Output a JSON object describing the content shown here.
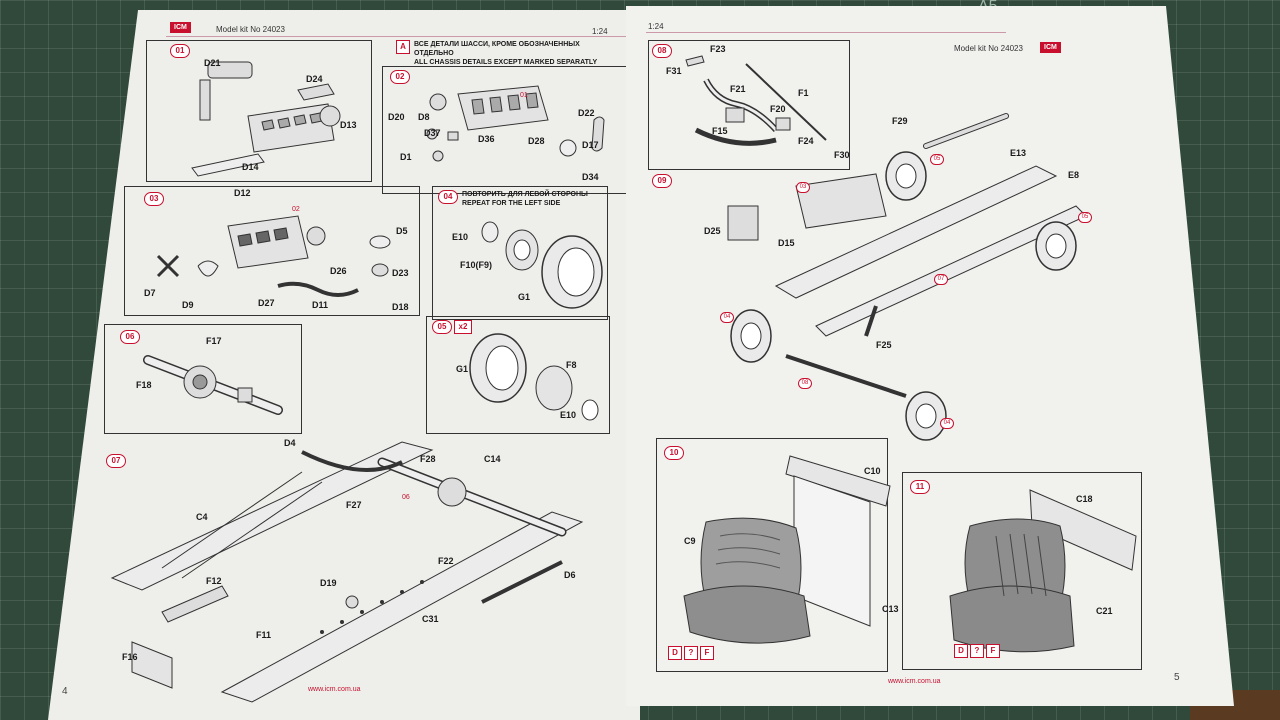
{
  "mat": {
    "corner_label": "A5"
  },
  "left_page": {
    "header_model": "Model kit No 24023",
    "scale": "1:24",
    "note_badge": "A",
    "note_ru": "ВСЕ ДЕТАЛИ ШАССИ, КРОМЕ ОБОЗНАЧЕННЫХ ОТДЕЛЬНО",
    "note_en": "ALL CHASSIS DETAILS EXCEPT MARKED SEPARATLY",
    "page_number": "4",
    "url": "www.icm.com.ua",
    "steps": {
      "s01": {
        "num": "01",
        "labels": [
          "D21",
          "D24",
          "D13",
          "D14"
        ]
      },
      "s02": {
        "num": "02",
        "labels": [
          "D20",
          "D8",
          "D37",
          "D1",
          "D36",
          "D28",
          "D22",
          "D17",
          "D34"
        ],
        "ref": "01"
      },
      "s03": {
        "num": "03",
        "labels": [
          "D12",
          "D5",
          "D23",
          "D26",
          "D7",
          "D9",
          "D27",
          "D11",
          "D18"
        ],
        "ref": "02"
      },
      "s04": {
        "num": "04",
        "title_ru": "ПОВТОРИТЬ ДЛЯ ЛЕВОЙ СТОРОНЫ",
        "title_en": "REPEAT FOR THE LEFT SIDE",
        "labels": [
          "E10",
          "F10(F9)",
          "G1"
        ]
      },
      "s05": {
        "num": "05",
        "multiplier": "x2",
        "labels": [
          "G1",
          "F8",
          "E10"
        ]
      },
      "s06": {
        "num": "06",
        "labels": [
          "F17",
          "F18"
        ]
      },
      "s07": {
        "num": "07",
        "labels": [
          "D4",
          "F28",
          "C14",
          "F27",
          "C4",
          "F22",
          "D6",
          "F12",
          "D19",
          "C31",
          "F11",
          "F16"
        ],
        "ref": "06"
      }
    }
  },
  "right_page": {
    "header_model": "Model kit No 24023",
    "scale": "1:24",
    "page_number": "5",
    "url": "www.icm.com.ua",
    "steps": {
      "s08": {
        "num": "08",
        "labels": [
          "F23",
          "F31",
          "F21",
          "F1",
          "F20",
          "F15",
          "F24",
          "F30"
        ]
      },
      "s09": {
        "num": "09",
        "labels": [
          "F29",
          "E13",
          "E8",
          "D25",
          "D15",
          "F25"
        ],
        "refs": [
          "03",
          "05",
          "05",
          "07",
          "04",
          "08",
          "04"
        ]
      },
      "s10": {
        "num": "10",
        "labels": [
          "C10",
          "C9",
          "C13"
        ],
        "codes": [
          "D",
          "?",
          "F"
        ]
      },
      "s11": {
        "num": "11",
        "labels": [
          "C18",
          "C21"
        ],
        "codes": [
          "D",
          "?",
          "F"
        ]
      }
    }
  },
  "colors": {
    "accent": "#c8102e",
    "paper": "#eeeeea",
    "mat": "#30493b"
  }
}
